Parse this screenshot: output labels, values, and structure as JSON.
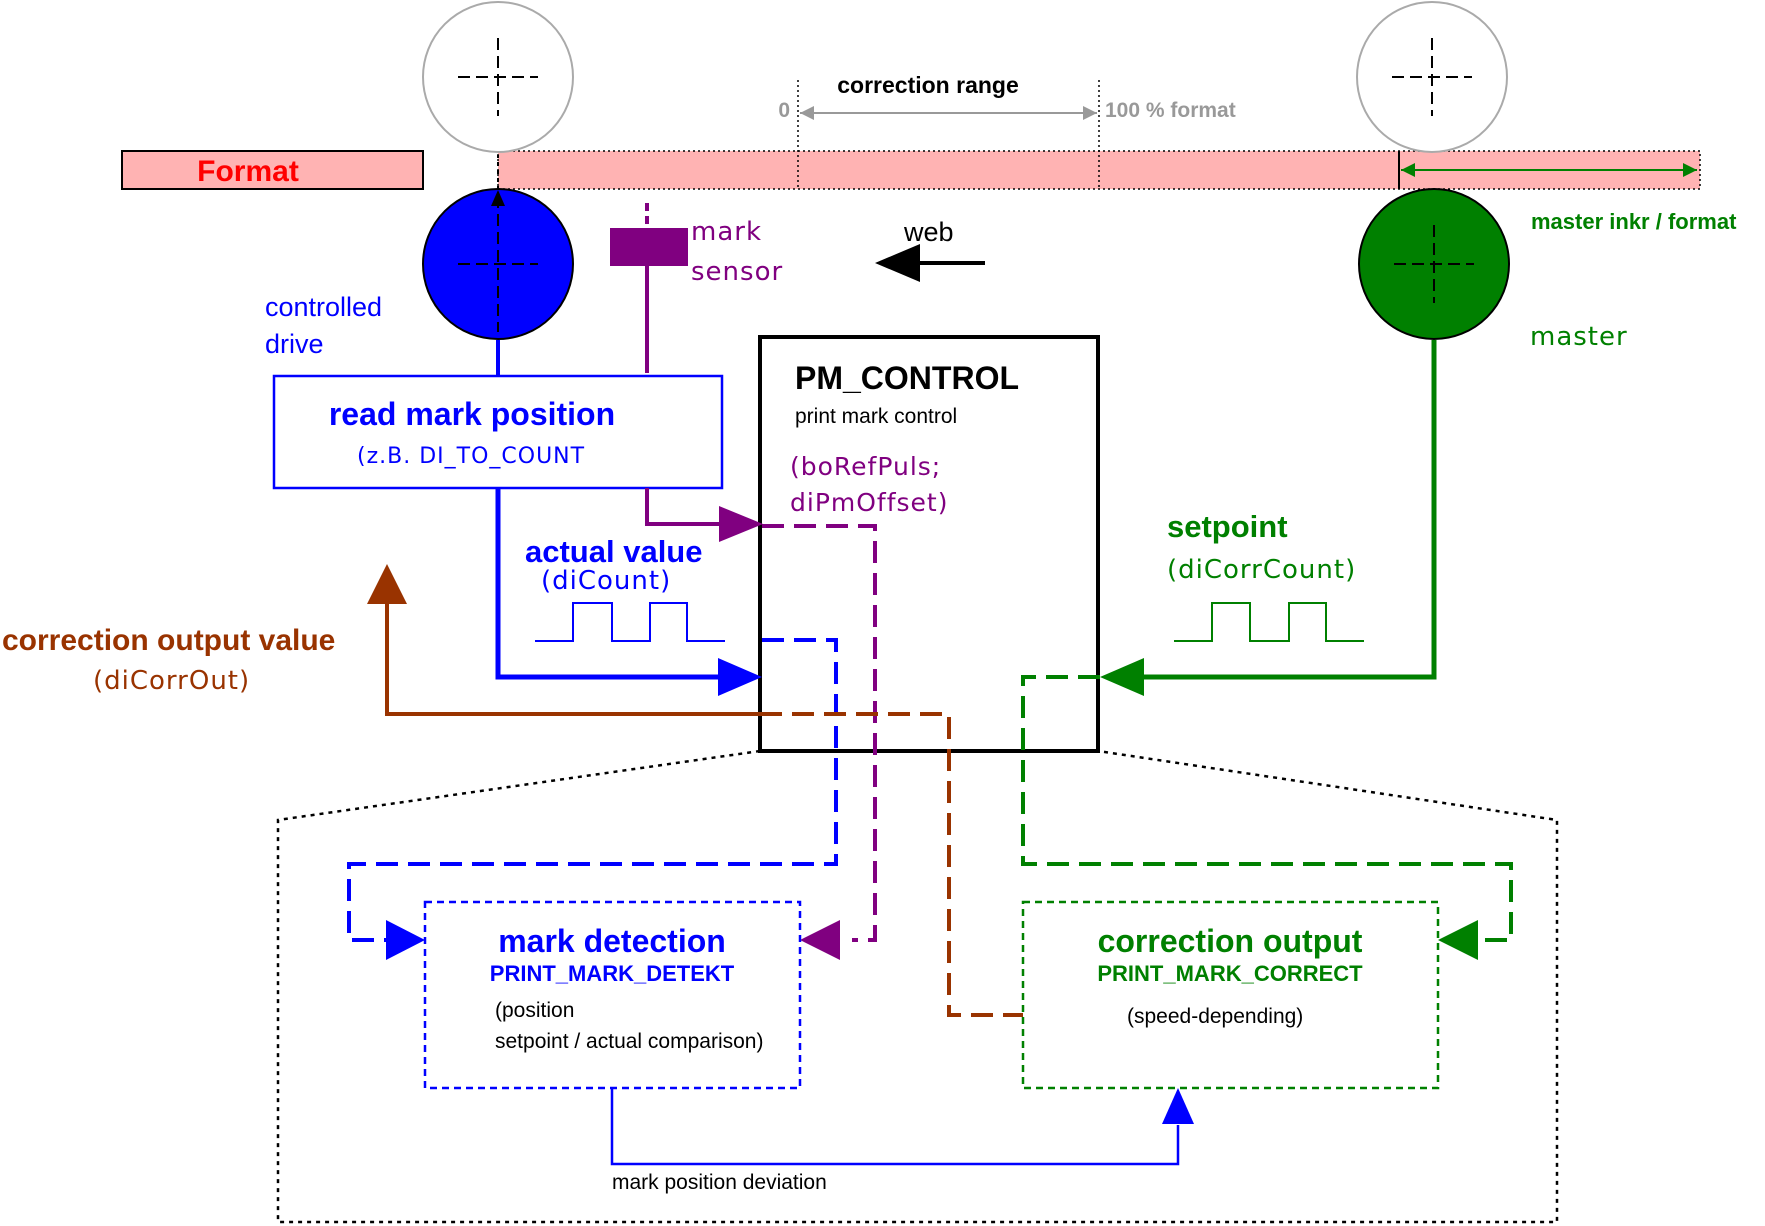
{
  "labels": {
    "format": "Format",
    "correction_range": "correction range",
    "range_zero": "0",
    "range_full": "100 % format",
    "master_inkr": "master inkr / format",
    "mark_sensor_1": "mark",
    "mark_sensor_2": "sensor",
    "web": "web",
    "controlled_drive_1": "controlled",
    "controlled_drive_2": "drive",
    "master": "master",
    "read_mark_title": "read mark position",
    "read_mark_sub": "(z.B. DI_TO_COUNT",
    "pm_control_title": "PM_CONTROL",
    "pm_control_sub": "print mark control",
    "ref_puls_1": "(boRefPuls;",
    "ref_puls_2": "diPmOffset)",
    "actual_value_1": "actual value",
    "actual_value_2": "(diCount)",
    "setpoint_1": "setpoint",
    "setpoint_2": "(diCorrCount)",
    "corr_out_1": "correction output value",
    "corr_out_2": "(diCorrOut)",
    "mark_detection_title": "mark detection",
    "mark_detection_fb": "PRINT_MARK_DETEKT",
    "mark_detection_note_1": "(position",
    "mark_detection_note_2": "setpoint / actual comparison)",
    "correction_output_title": "correction output",
    "correction_output_fb": "PRINT_MARK_CORRECT",
    "correction_output_note": "(speed-depending)",
    "mark_position_deviation": "mark position deviation"
  },
  "colors": {
    "blue": "#0000ff",
    "purple": "#800080",
    "green": "#008000",
    "brown": "#993300",
    "red": "#ff0000",
    "format_fill": "#ffb3b3",
    "gray": "#999999"
  }
}
